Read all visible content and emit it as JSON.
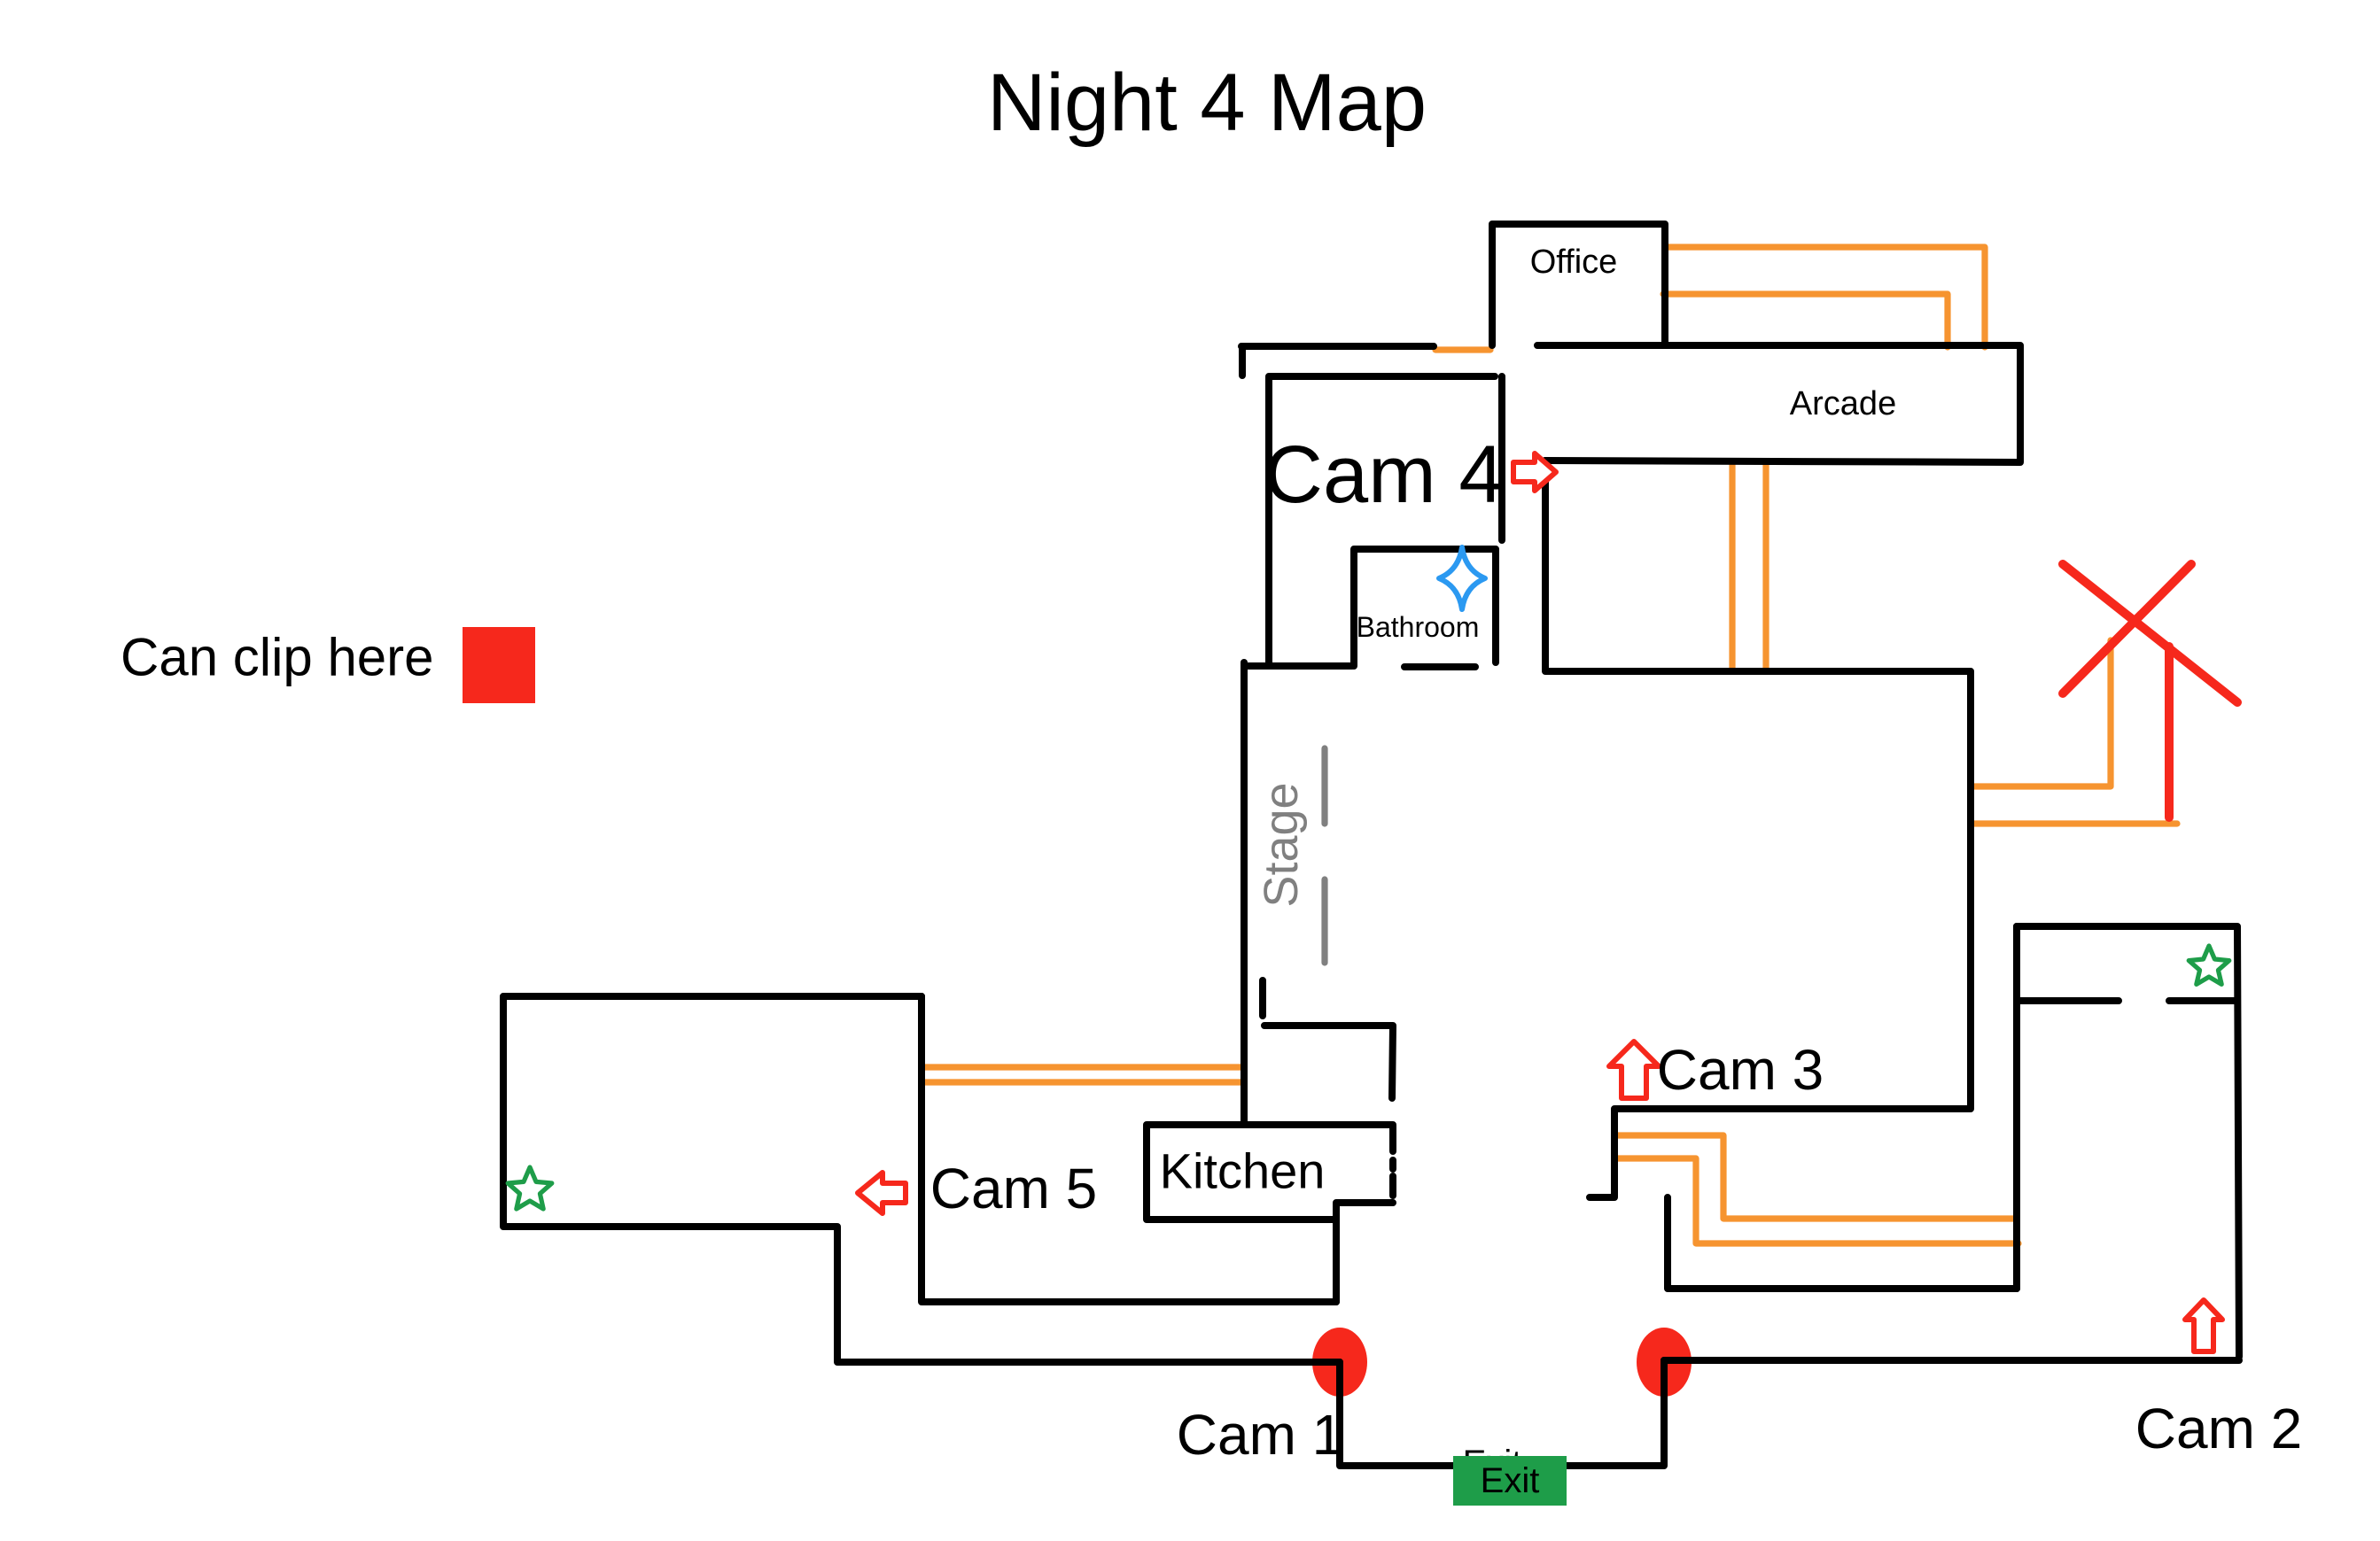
{
  "title": "Night 4 Map",
  "legend": {
    "label": "Can clip here",
    "square_color": "#F6281C"
  },
  "rooms": {
    "office": "Office",
    "arcade": "Arcade",
    "bathroom": "Bathroom",
    "stage": "Stage",
    "kitchen": "Kitchen",
    "exit": "Exit"
  },
  "cams": {
    "cam1": "Cam 1",
    "cam2": "Cam 2",
    "cam3": "Cam 3",
    "cam4": "Cam 4",
    "cam5": "Cam 5"
  },
  "markers": {
    "camera_dots": [
      {
        "name": "cam1-dot",
        "shape": "red-ellipse"
      },
      {
        "name": "cam2-dot",
        "shape": "red-ellipse"
      }
    ],
    "arrows": [
      {
        "at": "Cam 4",
        "direction": "right",
        "color": "#F6281C"
      },
      {
        "at": "Cam 5",
        "direction": "left",
        "color": "#F6281C"
      },
      {
        "at": "Cam 3",
        "direction": "up",
        "color": "#F6281C"
      },
      {
        "at": "Cam 2",
        "direction": "up",
        "color": "#F6281C"
      }
    ],
    "stars": [
      {
        "location": "left-room",
        "color": "#1E9D49"
      },
      {
        "location": "top-right-room",
        "color": "#1E9D49"
      }
    ],
    "sparkle": {
      "location": "Bathroom",
      "color": "#2B99F1"
    },
    "blocked_x": {
      "location": "right-hallway",
      "color": "#F6281C"
    }
  },
  "colors": {
    "wall": "#000000",
    "route": "#F69430",
    "red": "#F6281C",
    "green": "#1E9D49",
    "blue": "#2B99F1",
    "gray": "#808080",
    "exit_box": "#1E9D49",
    "background": "#ffffff"
  }
}
